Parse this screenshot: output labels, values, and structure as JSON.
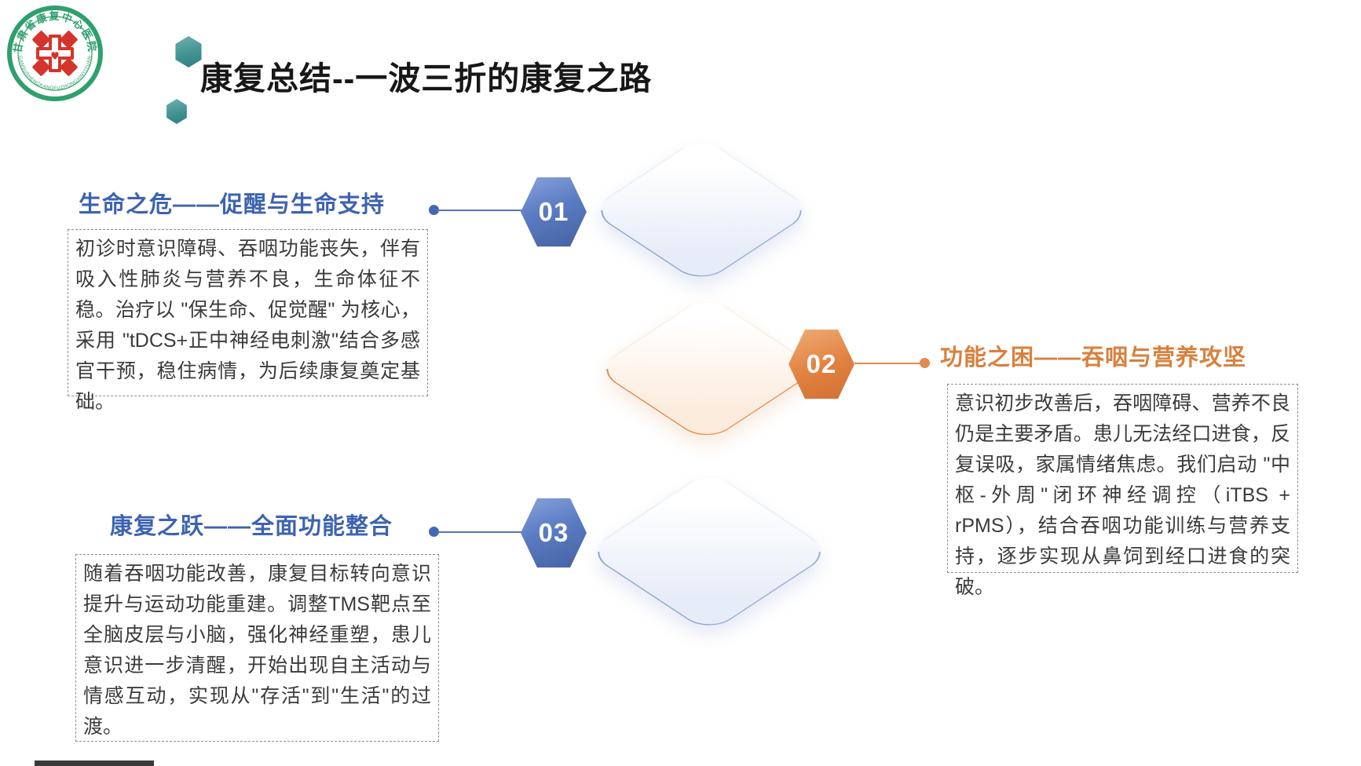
{
  "slide": {
    "background": "#ffffff"
  },
  "logo": {
    "arc_top": "甘肃省康复中心医院",
    "arc_bottom": "GANSUSHENGKANGFUZHONGXINYIYUAN",
    "ring_color": "#2f9f6d",
    "emblem_color": "#d5342c"
  },
  "header": {
    "title": "康复总结--一波三折的康复之路"
  },
  "steps": [
    {
      "number": "01",
      "title": "生命之危——促醒与生命支持",
      "accent": "#4468b4",
      "body": "初诊时意识障碍、吞咽功能丧失，伴有吸入性肺炎与营养不良，生命体征不稳。治疗以 \"保生命、促觉醒\" 为核心，采用 \"tDCS+正中神经电刺激\"结合多感官干预，稳住病情，为后续康复奠定基础。"
    },
    {
      "number": "02",
      "title": "功能之困——吞咽与营养攻坚",
      "accent": "#dd8245",
      "body": "意识初步改善后，吞咽障碍、营养不良仍是主要矛盾。患儿无法经口进食，反复误吸，家属情绪焦虑。我们启动 \"中枢-外周\"闭环神经调控（iTBS + rPMS），结合吞咽功能训练与营养支持，逐步实现从鼻饲到经口进食的突破。"
    },
    {
      "number": "03",
      "title": "康复之跃——全面功能整合",
      "accent": "#4468b4",
      "body": "随着吞咽功能改善，康复目标转向意识提升与运动功能重建。调整TMS靶点至全脑皮层与小脑，强化神经重塑，患儿意识进一步清醒，开始出现自主活动与情感互动，实现从\"存活\"到\"生活\"的过渡。"
    }
  ]
}
